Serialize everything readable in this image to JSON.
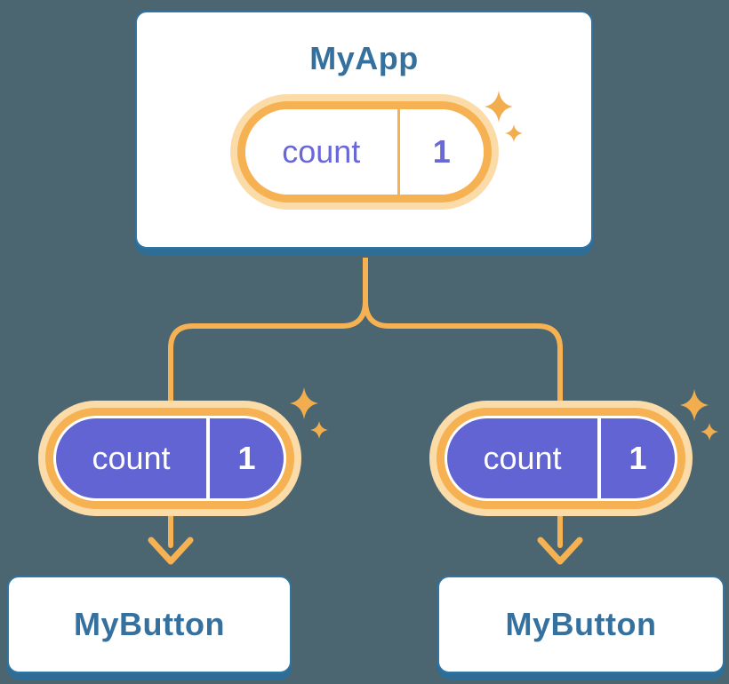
{
  "palette": {
    "background": "#4b6670",
    "card_background": "#ffffff",
    "card_border": "#3173a1",
    "card_shadow": "#2d6d96",
    "title_text": "#35719e",
    "orange_line": "#f6b152",
    "orange_halo": "#fbdca8",
    "purple_fill": "#6164d2",
    "purple_text": "#6a68d9",
    "pill_text_on_purple": "#ffffff",
    "sparkle": "#f2ae4e"
  },
  "icons": {
    "sparkle": "four-point-star",
    "arrow": "down-arrow"
  },
  "diagram": {
    "root": {
      "title": "MyApp",
      "pill": {
        "label": "count",
        "value": "1"
      }
    },
    "children": [
      {
        "title": "MyButton",
        "pill": {
          "label": "count",
          "value": "1"
        }
      },
      {
        "title": "MyButton",
        "pill": {
          "label": "count",
          "value": "1"
        }
      }
    ]
  }
}
